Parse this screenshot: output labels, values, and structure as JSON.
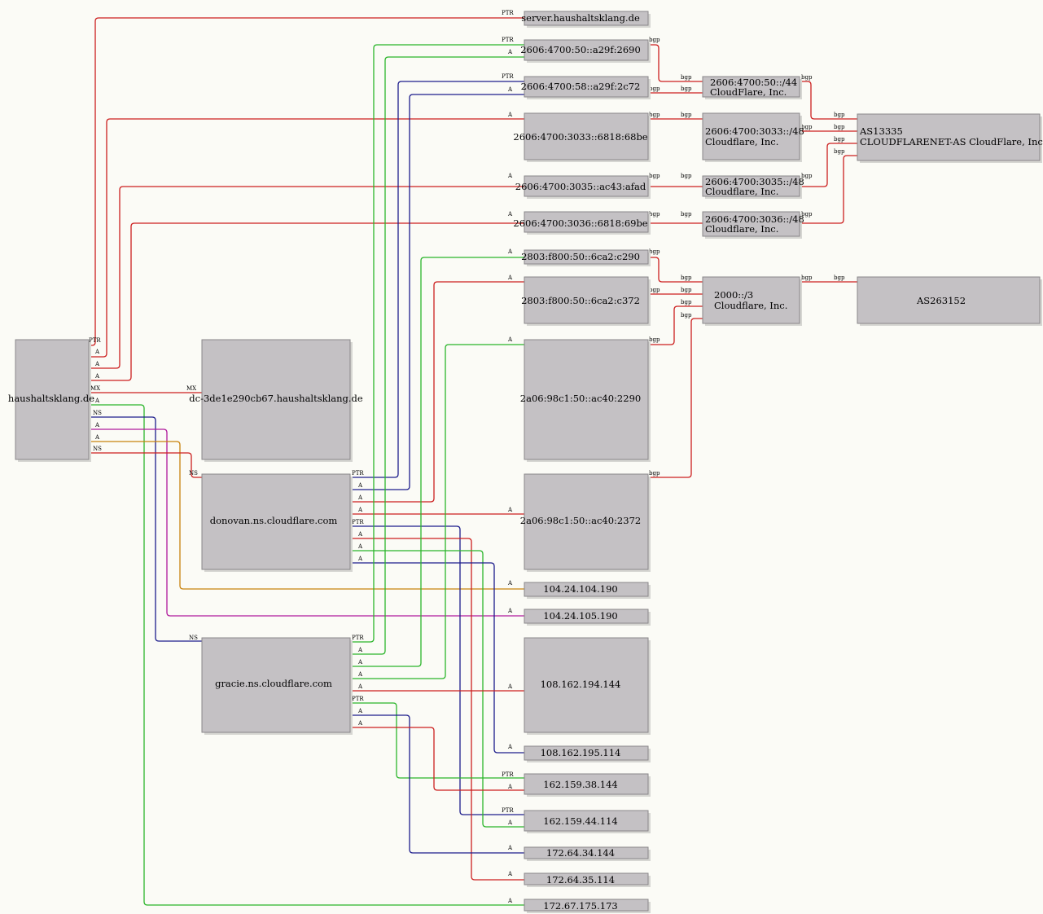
{
  "colors": {
    "red": "#cc1f1f",
    "green": "#2bb52b",
    "blue": "#1c1c8c",
    "magenta": "#b01a9c",
    "orange": "#c8820c",
    "node_fill": "#c4c1c4",
    "node_border": "#8a878a",
    "background": "#fbfbf6"
  },
  "nodes": {
    "root": "haushaltsklang.de",
    "mx": "dc-3de1e290cb67.haushaltsklang.de",
    "ns1": "donovan.ns.cloudflare.com",
    "ns2": "gracie.ns.cloudflare.com",
    "ptr": "server.haushaltsklang.de",
    "v6_1": "2606:4700:50::a29f:2690",
    "v6_2": "2606:4700:58::a29f:2c72",
    "v6_3": "2606:4700:3033::6818:68be",
    "v6_4": "2606:4700:3035::ac43:afad",
    "v6_5": "2606:4700:3036::6818:69be",
    "v6_6": "2803:f800:50::6ca2:c290",
    "v6_7": "2803:f800:50::6ca2:c372",
    "v6_8": "2a06:98c1:50::ac40:2290",
    "v6_9": "2a06:98c1:50::ac40:2372",
    "v4_1": "104.24.104.190",
    "v4_2": "104.24.105.190",
    "v4_3": "108.162.194.144",
    "v4_4": "108.162.195.114",
    "v4_5": "162.159.38.144",
    "v4_6": "162.159.44.114",
    "v4_7": "172.64.34.144",
    "v4_8": "172.64.35.114",
    "v4_9": "172.67.175.173",
    "p1a": "2606:4700:50::/44",
    "p1b": "CloudFlare, Inc.",
    "p2a": "2606:4700:3033::/48",
    "p2b": "Cloudflare, Inc.",
    "p3a": "2606:4700:3035::/48",
    "p3b": "Cloudflare, Inc.",
    "p4a": "2606:4700:3036::/48",
    "p4b": "Cloudflare, Inc.",
    "p5a": "2000::/3",
    "p5b": "Cloudflare, Inc.",
    "as1a": "AS13335",
    "as1b": "CLOUDFLARENET-AS CloudFlare, Inc.",
    "as2": "AS263152"
  },
  "edge_labels": {
    "ptr": "PTR",
    "a": "A",
    "mx": "MX",
    "ns": "NS",
    "bgp": "bgp"
  }
}
